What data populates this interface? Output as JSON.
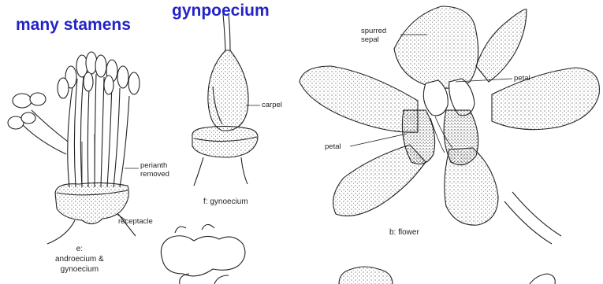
{
  "headings": {
    "stamens": "many stamens",
    "gynpoecium": "gynpoecium"
  },
  "labels": {
    "perianth": "perianth\nremoved",
    "receptacle": "receptacle",
    "carpel": "carpel",
    "spurred_sepal": "spurred\nsepal",
    "petal_right": "petal",
    "petal_left": "petal"
  },
  "captions": {
    "e": "e:\nandroecium &\ngynoecium",
    "f": "f: gynoecium",
    "b": "b: flower"
  },
  "colors": {
    "heading": "#2323c8",
    "ink": "#222222"
  }
}
